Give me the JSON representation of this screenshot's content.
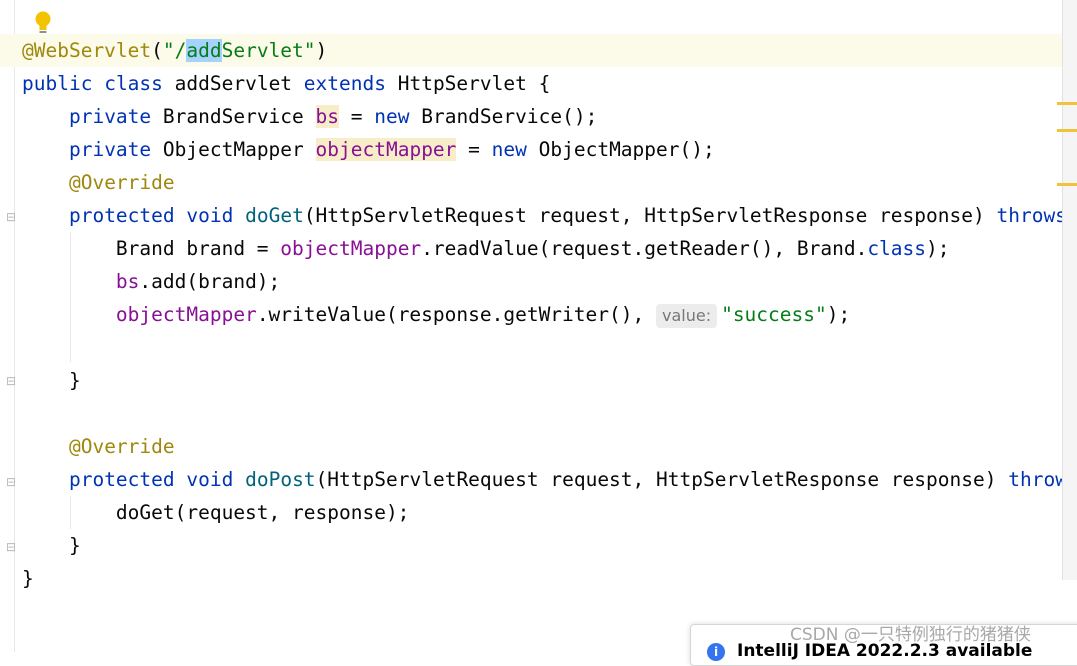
{
  "code": {
    "annotation_webservlet": "@WebServlet",
    "paren_open": "(",
    "path_quote_slash": "\"/",
    "path_selected": "add",
    "path_rest": "Servlet\"",
    "paren_close": ")",
    "line2": {
      "public": "public",
      "class": "class",
      "name": " addServlet ",
      "extends": "extends",
      "super": " HttpServlet {"
    },
    "line3": {
      "private": "private",
      "type": " BrandService ",
      "field": "bs",
      "eq": " = ",
      "new": "new",
      "ctor": " BrandService();"
    },
    "line4": {
      "private": "private",
      "type": " ObjectMapper ",
      "field": "objectMapper",
      "eq": " = ",
      "new": "new",
      "ctor": " ObjectMapper();"
    },
    "override": "@Override",
    "doget": {
      "protected": "protected",
      "void": "void",
      "name": "doGet",
      "params": "(HttpServletRequest request, HttpServletResponse response) ",
      "throws": "throws"
    },
    "l7": {
      "brand": "Brand brand = ",
      "om": "objectMapper",
      "call": ".readValue(request.getReader(), Brand.",
      "class": "class",
      "end": ");"
    },
    "l8": {
      "bs": "bs",
      "call": ".add(brand);"
    },
    "l9": {
      "om": "objectMapper",
      "call": ".writeValue(response.getWriter(), ",
      "hint": "value:",
      "str": "\"success\"",
      "end": ");"
    },
    "close_brace": "}",
    "dopost": {
      "protected": "protected",
      "void": "void",
      "name": "doPost",
      "params": "(HttpServletRequest request, HttpServletResponse response) ",
      "throws": "throws"
    },
    "l15": "doGet(request, response);"
  },
  "icons": {
    "bulb": "lightbulb-icon",
    "info": "info-icon",
    "fold": "fold-icon"
  },
  "notification": {
    "text": "IntelliJ IDEA 2022.2.3 available",
    "icon_glyph": "i"
  },
  "watermark": "CSDN @一只特例独行的猪猪侠",
  "colors": {
    "keyword": "#0033b3",
    "annotation": "#9e880d",
    "string": "#067d17",
    "field": "#871094",
    "method": "#00627a"
  }
}
